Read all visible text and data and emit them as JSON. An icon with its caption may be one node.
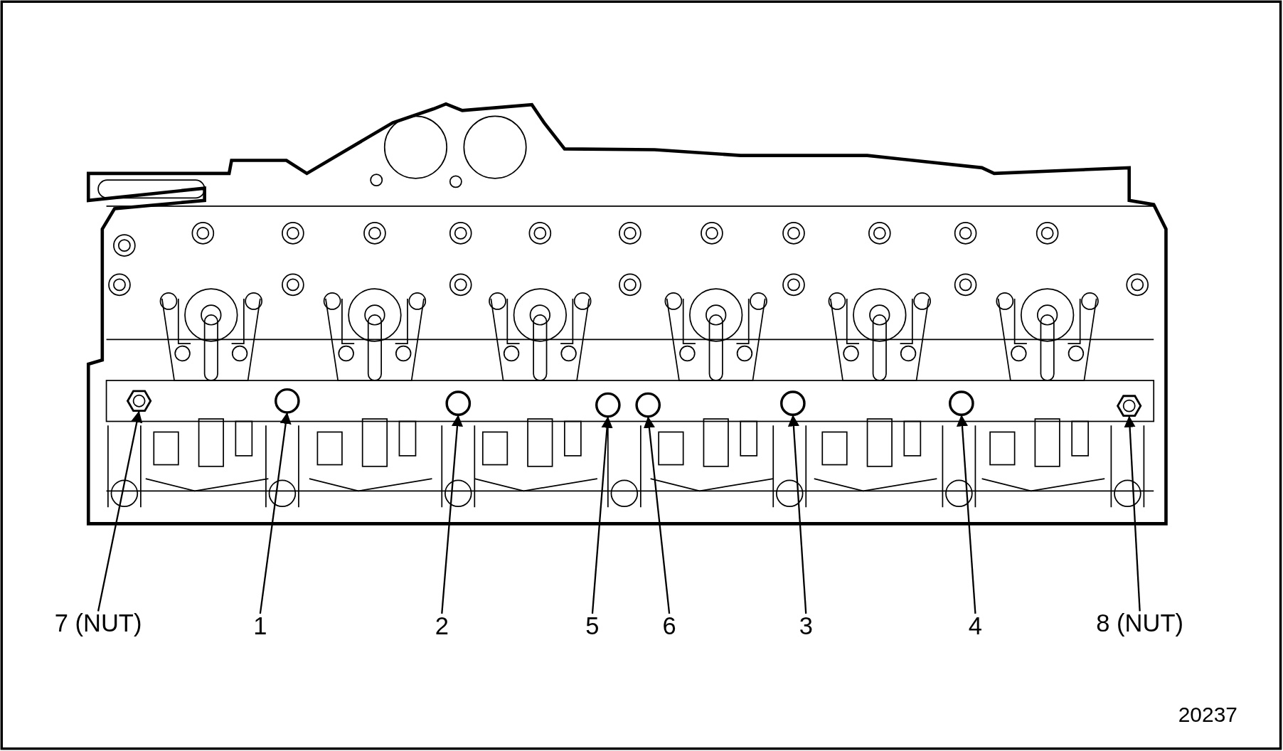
{
  "diagram": {
    "nodes": [
      {
        "text": [
          "7 (NUT)"
        ]
      },
      {
        "text": [
          "1"
        ]
      },
      {
        "text": [
          "2"
        ]
      },
      {
        "text": [
          "5"
        ]
      },
      {
        "text": [
          "6"
        ]
      },
      {
        "text": [
          "3"
        ]
      },
      {
        "text": [
          "4"
        ]
      },
      {
        "text": [
          "8 (NUT)"
        ]
      },
      {
        "text": [],
        "shape": "hexagon"
      },
      {
        "text": [],
        "shape": "circle"
      },
      {
        "text": [],
        "shape": "circle"
      },
      {
        "text": [],
        "shape": "circle"
      },
      {
        "text": [],
        "shape": "circle"
      },
      {
        "text": [],
        "shape": "circle"
      },
      {
        "text": [],
        "shape": "circle"
      },
      {
        "text": [],
        "shape": "hexagon"
      }
    ],
    "edges": [
      {
        "from": 0,
        "to": 8,
        "arrow": "to"
      },
      {
        "from": 1,
        "to": 9,
        "arrow": "to"
      },
      {
        "from": 2,
        "to": 10,
        "arrow": "to"
      },
      {
        "from": 3,
        "to": 11,
        "arrow": "to"
      },
      {
        "from": 4,
        "to": 12,
        "arrow": "to"
      },
      {
        "from": 5,
        "to": 13,
        "arrow": "to"
      },
      {
        "from": 6,
        "to": 14,
        "arrow": "to"
      },
      {
        "from": 7,
        "to": 15,
        "arrow": "to"
      }
    ],
    "labels": [
      "20237"
    ]
  }
}
